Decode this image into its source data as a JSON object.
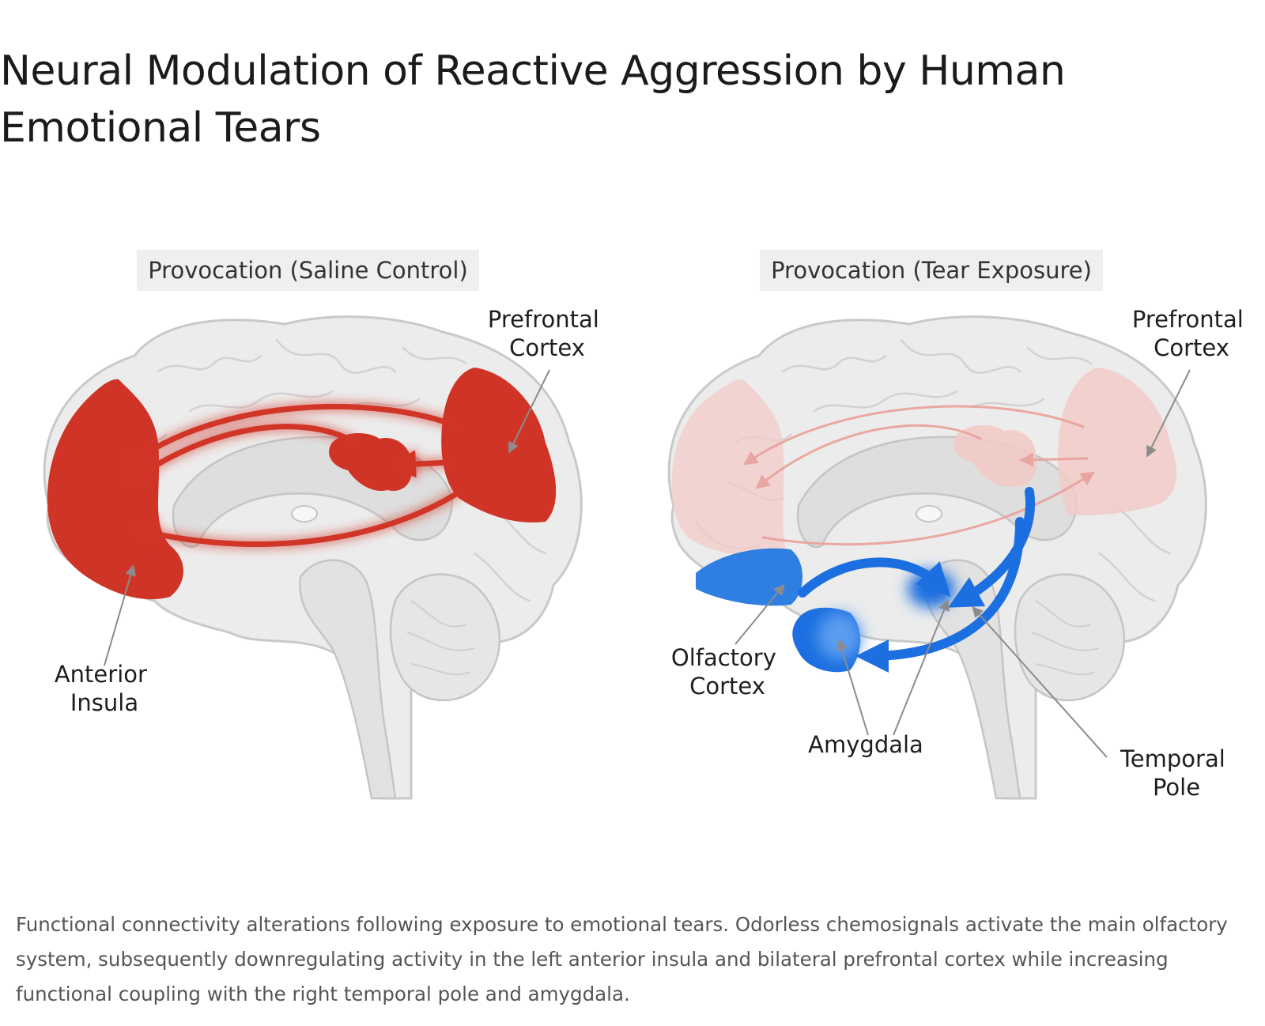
{
  "title": "Neural Modulation of Reactive Aggression by Human Emotional Tears",
  "panels": [
    {
      "heading": "Provocation (Saline Control)",
      "labels": {
        "prefrontal": [
          "Prefrontal",
          "Cortex"
        ],
        "insula": [
          "Anterior",
          "Insula"
        ]
      }
    },
    {
      "heading": "Provocation (Tear Exposure)",
      "labels": {
        "prefrontal": [
          "Prefrontal",
          "Cortex"
        ],
        "olfactory": [
          "Olfactory",
          "Cortex"
        ],
        "amygdala": [
          "Amygdala"
        ],
        "temporal_pole": [
          "Temporal",
          "Pole"
        ]
      }
    }
  ],
  "colors": {
    "activation_high": "#d03427",
    "activation_low": "#f3c9c6",
    "coupling": "#1c6fe0",
    "brain_fill": "#ececec",
    "brain_outline": "#c9c9c9"
  },
  "caption": "Functional connectivity alterations following exposure to emotional tears. Odorless chemosignals activate the main olfactory system, subsequently downregulating activity in the left anterior insula and bilateral prefrontal cortex while increasing functional coupling with the right temporal pole and amygdala."
}
